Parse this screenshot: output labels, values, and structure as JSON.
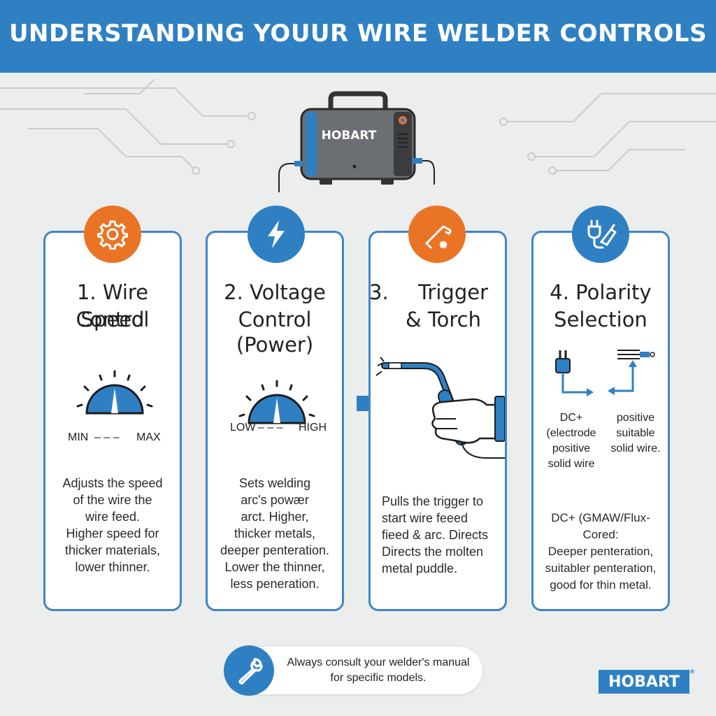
{
  "header": {
    "title": "UNDERSTANDING YOUUR WIRE WELDER CONTROLS"
  },
  "welder": {
    "brand": "HOBART"
  },
  "cards": [
    {
      "icon": "gear-icon",
      "title_line1": "1. Wire Speed",
      "title_line2": "Control",
      "dial_min": "MIN",
      "dial_max": "MAX",
      "dial_sep": "– – –",
      "desc": [
        "Adjusts the speed",
        "of the wire the",
        "wire feed.",
        "Higher speed for",
        "thicker materials,",
        "lower thinner."
      ]
    },
    {
      "icon": "lightning-icon",
      "title_line1": "2. Voltage",
      "title_line2": "Control",
      "title_line3": "(Power)",
      "dial_min": "LOW",
      "dial_max": "HIGH",
      "dial_sep": "– – –",
      "desc": [
        "Sets welding",
        "arc's powær",
        "arct. Higher,",
        "thicker metals,",
        "deeper penteration.",
        "Lower the thinner,",
        "less peneration."
      ]
    },
    {
      "icon": "torch-icon",
      "title_line1_num": "3.",
      "title_line1": "Trigger",
      "title_line2": "& Torch",
      "desc": [
        "Pulls the trigger to",
        "start wire feeed",
        "fieed & arc. Directs",
        "Directs the molten",
        "metal puddle."
      ]
    },
    {
      "icon": "plug-icon",
      "title_line1": "4. Polarity",
      "title_line2": "Selection",
      "left_col": [
        "DC+ (electrode",
        "positive",
        "solid wire"
      ],
      "right_col": [
        "positive",
        "suitable",
        "solid wire."
      ],
      "desc": [
        "DC+ (GMAW/Flux-Cored:",
        "Deeper penteration,",
        "suitabler penteration,",
        "good for thin metal."
      ]
    }
  ],
  "footer": {
    "note_line1": "Always consult your welder's manual",
    "note_line2": "for specific models.",
    "logo": "HOBART",
    "logo_mark": "®"
  },
  "colors": {
    "blue": "#2f80c3",
    "orange": "#ea7426",
    "background": "#eceded"
  }
}
